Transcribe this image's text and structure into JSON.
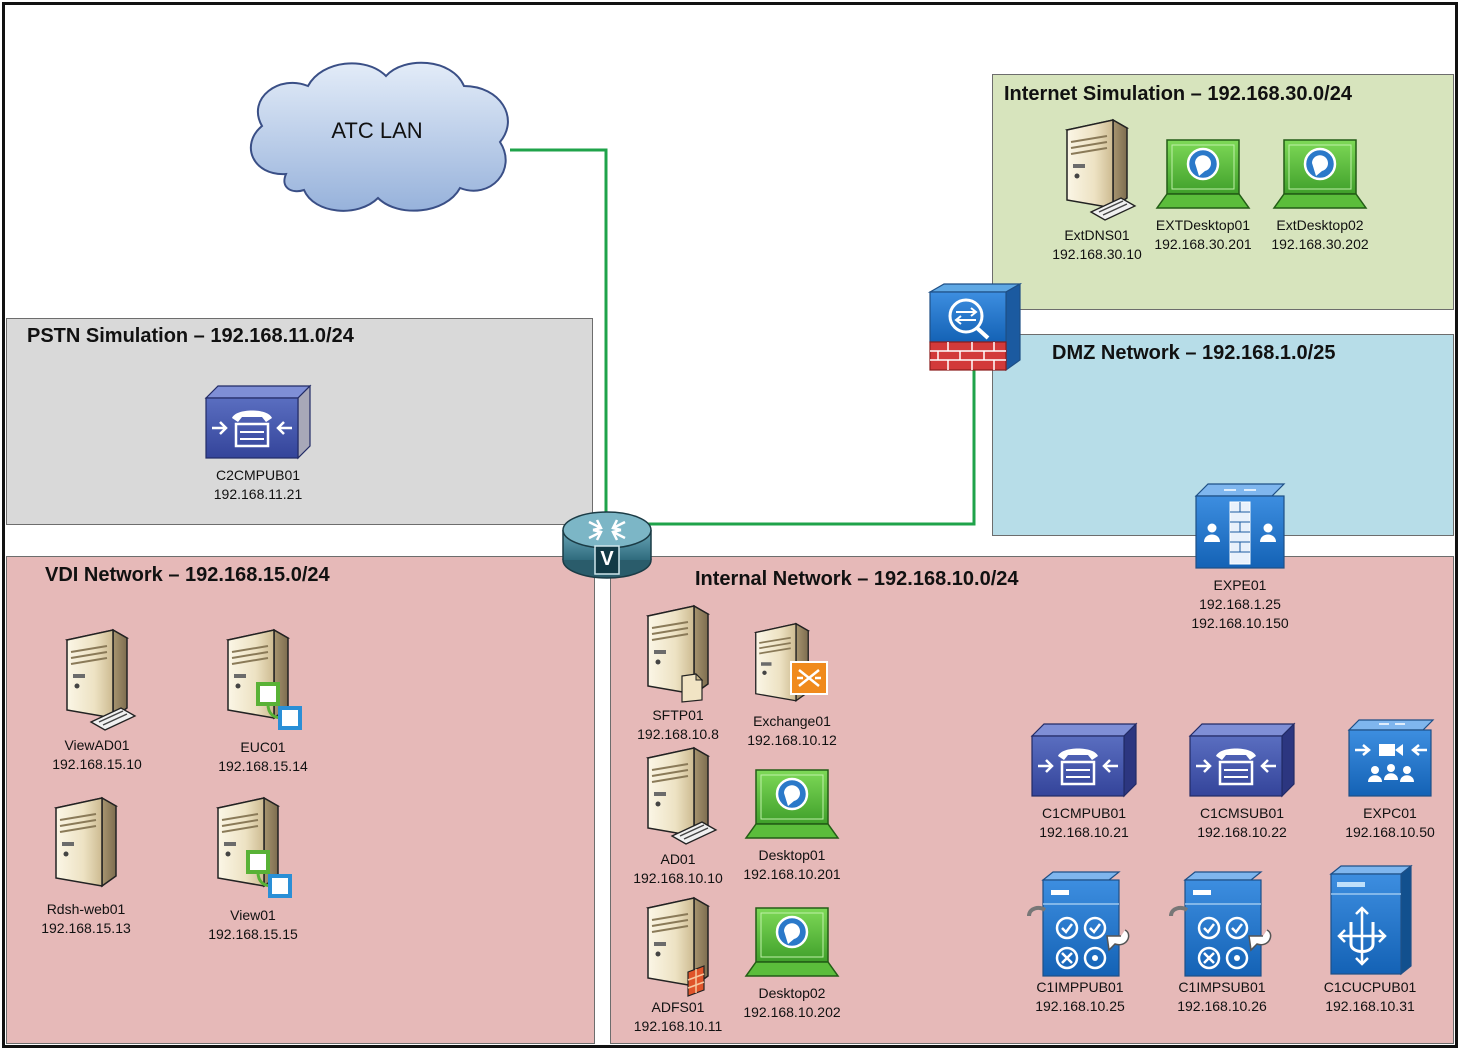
{
  "cloud": {
    "label": "ATC LAN"
  },
  "zones": {
    "internet": {
      "title": "Internet Simulation – 192.168.30.0/24",
      "color": "#d7e4bd"
    },
    "pstn": {
      "title": "PSTN Simulation – 192.168.11.0/24",
      "color": "#d9d9d9"
    },
    "dmz": {
      "title": "DMZ Network – 192.168.1.0/25",
      "color": "#b7dde8"
    },
    "vdi": {
      "title": "VDI Network – 192.168.15.0/24",
      "color": "#e6b9b8"
    },
    "internal": {
      "title": "Internal Network – 192.168.10.0/24",
      "color": "#e6b9b8"
    }
  },
  "link_color": "#1fa34a",
  "devices": {
    "extdns01": {
      "name": "ExtDNS01",
      "ip": "192.168.30.10",
      "icon": "server-keyboard-icon"
    },
    "extdesktop01": {
      "name": "EXTDesktop01",
      "ip": "192.168.30.201",
      "icon": "laptop-icon"
    },
    "extdesktop02": {
      "name": "ExtDesktop02",
      "ip": "192.168.30.202",
      "icon": "laptop-icon"
    },
    "c2cmpub01": {
      "name": "C2CMPUB01",
      "ip": "192.168.11.21",
      "icon": "call-manager-icon"
    },
    "expe01": {
      "name": "EXPE01",
      "ip": "192.168.1.25",
      "ip2": "192.168.10.150",
      "icon": "expressway-edge-icon"
    },
    "viewad01": {
      "name": "ViewAD01",
      "ip": "192.168.15.10",
      "icon": "server-keyboard-icon"
    },
    "euc01": {
      "name": "EUC01",
      "ip": "192.168.15.14",
      "icon": "server-vmware-icon"
    },
    "rdshweb01": {
      "name": "Rdsh-web01",
      "ip": "192.168.15.13",
      "icon": "server-icon"
    },
    "view01": {
      "name": "View01",
      "ip": "192.168.15.15",
      "icon": "server-vmware-icon"
    },
    "sftp01": {
      "name": "SFTP01",
      "ip": "192.168.10.8",
      "icon": "server-file-icon"
    },
    "exchange01": {
      "name": "Exchange01",
      "ip": "192.168.10.12",
      "icon": "server-exchange-icon"
    },
    "ad01": {
      "name": "AD01",
      "ip": "192.168.10.10",
      "icon": "server-keyboard-icon"
    },
    "desktop01": {
      "name": "Desktop01",
      "ip": "192.168.10.201",
      "icon": "laptop-icon"
    },
    "adfs01": {
      "name": "ADFS01",
      "ip": "192.168.10.11",
      "icon": "server-firewall-icon"
    },
    "desktop02": {
      "name": "Desktop02",
      "ip": "192.168.10.202",
      "icon": "laptop-icon"
    },
    "c1cmpub01": {
      "name": "C1CMPUB01",
      "ip": "192.168.10.21",
      "icon": "call-manager-icon"
    },
    "c1cmsub01": {
      "name": "C1CMSUB01",
      "ip": "192.168.10.22",
      "icon": "call-manager-icon"
    },
    "expc01": {
      "name": "EXPC01",
      "ip": "192.168.10.50",
      "icon": "expressway-core-icon"
    },
    "c1imppub01": {
      "name": "C1IMPPUB01",
      "ip": "192.168.10.25",
      "icon": "presence-server-icon"
    },
    "c1impsub01": {
      "name": "C1IMPSUB01",
      "ip": "192.168.10.26",
      "icon": "presence-server-icon"
    },
    "c1cucpub01": {
      "name": "C1CUCPUB01",
      "ip": "192.168.10.31",
      "icon": "unity-connection-icon"
    }
  },
  "router": {
    "label": "V",
    "icon": "router-icon"
  },
  "firewall": {
    "icon": "firewall-icon"
  }
}
